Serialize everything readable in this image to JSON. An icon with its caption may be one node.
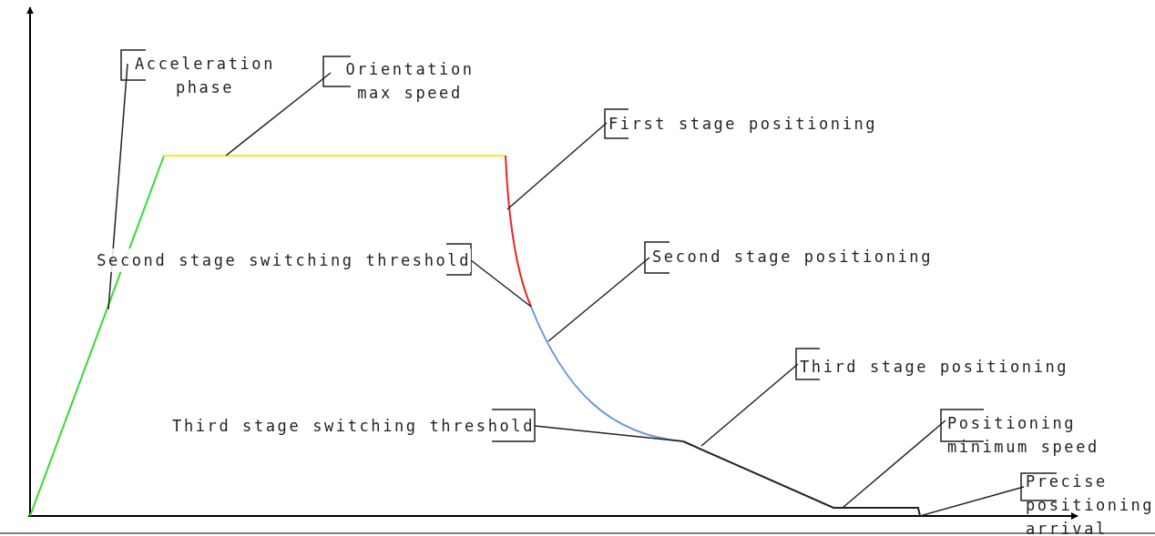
{
  "diagram": {
    "nodes": [
      {
        "text": [
          "Acceleration phase"
        ]
      },
      {
        "text": [
          "Orientation max speed"
        ]
      },
      {
        "text": [
          "First stage positioning"
        ]
      },
      {
        "text": [
          "Second stage switching threshold"
        ]
      },
      {
        "text": [
          "Second stage positioning"
        ]
      },
      {
        "text": [
          "Third stage positioning"
        ]
      },
      {
        "text": [
          "Third stage switching threshold"
        ]
      },
      {
        "text": [
          "Positioning minimum speed"
        ]
      },
      {
        "text": [
          "Precise positioning arrival"
        ]
      }
    ],
    "edges": [
      {
        "from": 0,
        "to": null,
        "arrow": "none"
      },
      {
        "from": 1,
        "to": null,
        "arrow": "none"
      },
      {
        "from": 2,
        "to": null,
        "arrow": "none"
      },
      {
        "from": 3,
        "to": null,
        "arrow": "none"
      },
      {
        "from": 4,
        "to": null,
        "arrow": "none"
      },
      {
        "from": 5,
        "to": null,
        "arrow": "none"
      },
      {
        "from": 6,
        "to": null,
        "arrow": "none"
      },
      {
        "from": 7,
        "to": null,
        "arrow": "none"
      },
      {
        "from": 8,
        "to": null,
        "arrow": "none"
      }
    ]
  }
}
